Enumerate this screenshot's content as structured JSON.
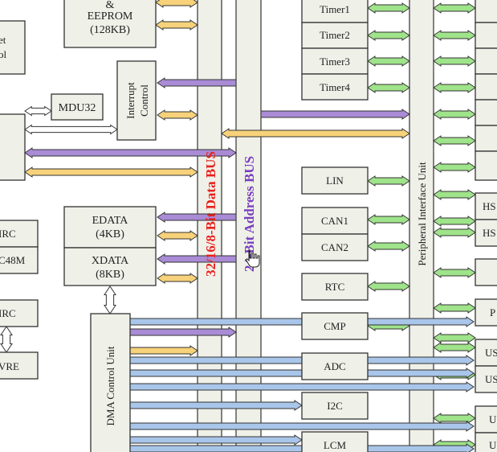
{
  "colors": {
    "block_fill": "#eff0e8",
    "stroke": "#333333",
    "green": "#9fe38a",
    "yellow": "#f7d27a",
    "purple": "#a98bd6",
    "blue": "#a9c6ea",
    "white": "#ffffff",
    "data_bus_text": "#e8201c",
    "address_bus_text": "#7a3fc0"
  },
  "labels": {
    "eeprom_amp": "&",
    "eeprom": "EEPROM",
    "eeprom_size": "(128KB)",
    "left_top_1": "et",
    "left_top_2": "ol",
    "mdu": "MDU32",
    "interrupt_1": "Interrupt",
    "interrupt_2": "Control",
    "timer1": "Timer1",
    "timer2": "Timer2",
    "timer3": "Timer3",
    "timer4": "Timer4",
    "data_bus": "32/16/8-Bit Data BUS",
    "address_bus": "24-Bit Address BUS",
    "piu": "Peripheral Interface Unit",
    "lin": "LIN",
    "can1": "CAN1",
    "can2": "CAN2",
    "rtc": "RTC",
    "cmp": "CMP",
    "adc": "ADC",
    "i2c": "I2C",
    "lcm": "LCM",
    "edata": "EDATA",
    "edata_size": "(4KB)",
    "xdata": "XDATA",
    "xdata_size": "(8KB)",
    "dma": "DMA Control Unit",
    "irc1": "IRC",
    "c48m": "C48M",
    "irc2": "IRC",
    "vre": "VRE",
    "hs1": "HS",
    "hs2": "HS",
    "r_p": "P",
    "us1": "US",
    "us2": "US",
    "u1": "U",
    "u2": "U"
  }
}
